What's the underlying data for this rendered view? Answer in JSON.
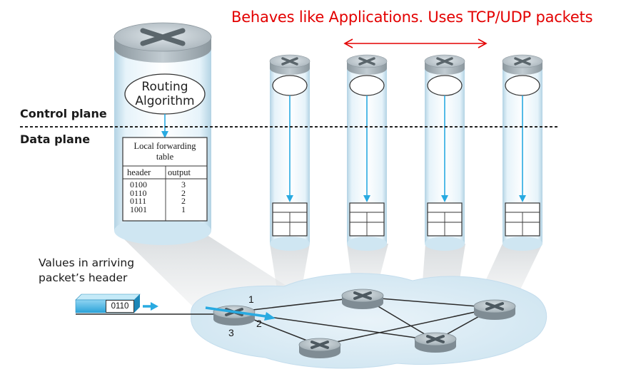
{
  "annotation": "Behaves like Applications. Uses TCP/UDP packets",
  "planes": {
    "control": "Control plane",
    "data": "Data plane"
  },
  "routing_algorithm": {
    "line1": "Routing",
    "line2": "Algorithm"
  },
  "forwarding_table": {
    "title_line1": "Local forwarding",
    "title_line2": "table",
    "col_header": "header",
    "col_output": "output",
    "headers": [
      "0100",
      "0110",
      "0111",
      "1001"
    ],
    "outputs": [
      "3",
      "2",
      "2",
      "1"
    ]
  },
  "arriving_label": {
    "line1": "Values in arriving",
    "line2": "packet’s header"
  },
  "packet_value": "0110",
  "ports": {
    "p1": "1",
    "p2": "2",
    "p3": "3"
  },
  "colors": {
    "annotation": "#e30000",
    "accent": "#29aae1",
    "cylinder": "#c9e3f0",
    "router": "#b3c0c8"
  }
}
